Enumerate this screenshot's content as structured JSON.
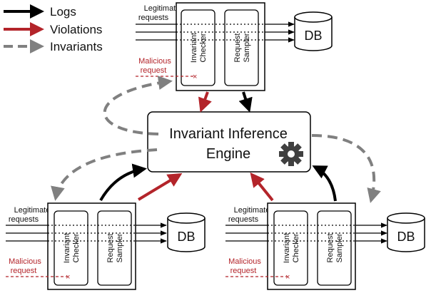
{
  "legend": {
    "logs": "Logs",
    "violations": "Violations",
    "invariants": "Invariants"
  },
  "colors": {
    "logs": "#000000",
    "violations": "#b3242a",
    "invariants": "#808080"
  },
  "engine": {
    "line1": "Invariant Inference",
    "line2": "Engine",
    "icon": "gear-icon"
  },
  "node_top": {
    "legit_line1": "Legitimate",
    "legit_line2": "requests",
    "malicious_line1": "Malicious",
    "malicious_line2": "request",
    "checker_line1": "Invariant",
    "checker_line2": "Checker",
    "sampler_line1": "Request",
    "sampler_line2": "Sampler",
    "db": "DB"
  },
  "node_left": {
    "legit_line1": "Legitimate",
    "legit_line2": "requests",
    "malicious_line1": "Malicious",
    "malicious_line2": "request",
    "checker_line1": "Invariant",
    "checker_line2": "Checker",
    "sampler_line1": "Request",
    "sampler_line2": "Sampler",
    "db": "DB"
  },
  "node_right": {
    "legit_line1": "Legitimate",
    "legit_line2": "requests",
    "malicious_line1": "Malicious",
    "malicious_line2": "request",
    "checker_line1": "Invariant",
    "checker_line2": "Checker",
    "sampler_line1": "Request",
    "sampler_line2": "Sampler",
    "db": "DB"
  }
}
